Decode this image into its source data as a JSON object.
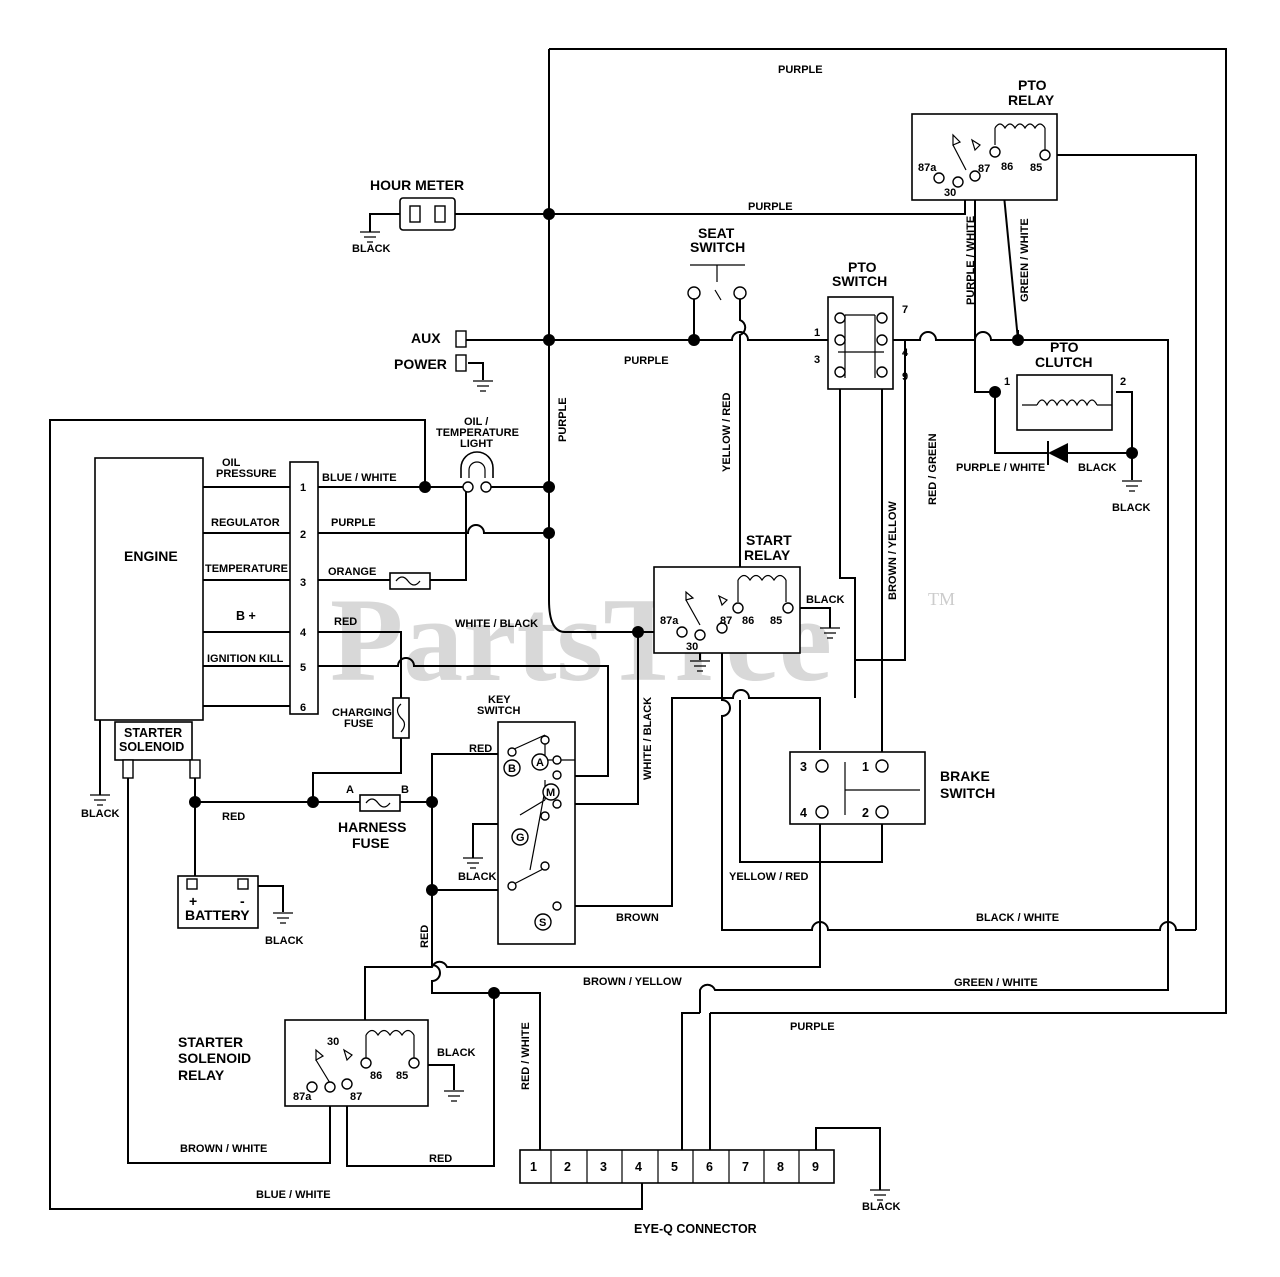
{
  "watermark": {
    "text": "PartsTree",
    "tm": "TM"
  },
  "components": {
    "hour_meter": "HOUR METER",
    "aux": "AUX",
    "power": "POWER",
    "seat_switch": [
      "SEAT",
      "SWITCH"
    ],
    "pto_switch": [
      "PTO",
      "SWITCH"
    ],
    "pto_relay": [
      "PTO",
      "RELAY"
    ],
    "pto_clutch": [
      "PTO",
      "CLUTCH"
    ],
    "oil_temp_light": [
      "OIL /",
      "TEMPERATURE",
      "LIGHT"
    ],
    "engine": "ENGINE",
    "starter_solenoid": [
      "STARTER",
      "SOLENOID"
    ],
    "start_relay": [
      "START",
      "RELAY"
    ],
    "key_switch": [
      "KEY",
      "SWITCH"
    ],
    "charging_fuse": [
      "CHARGING",
      "FUSE"
    ],
    "harness_fuse": [
      "HARNESS",
      "FUSE"
    ],
    "battery": "BATTERY",
    "brake_switch": [
      "BRAKE",
      "SWITCH"
    ],
    "starter_solenoid_relay": [
      "STARTER",
      "SOLENOID",
      "RELAY"
    ],
    "eyeq_connector": "EYE-Q CONNECTOR"
  },
  "engine_pins": [
    {
      "num": "1",
      "label": [
        "OIL",
        "PRESSURE"
      ]
    },
    {
      "num": "2",
      "label": [
        "REGULATOR"
      ]
    },
    {
      "num": "3",
      "label": [
        "TEMPERATURE"
      ]
    },
    {
      "num": "4",
      "label": [
        "B +"
      ]
    },
    {
      "num": "5",
      "label": [
        "IGNITION KILL"
      ]
    },
    {
      "num": "6",
      "label": [
        ""
      ]
    }
  ],
  "pins": {
    "pto_switch": [
      "1",
      "3",
      "7",
      "4",
      "9"
    ],
    "pto_relay": [
      "87a",
      "30",
      "87",
      "86",
      "85"
    ],
    "pto_clutch": [
      "1",
      "2"
    ],
    "start_relay": [
      "87a",
      "30",
      "87",
      "86",
      "85"
    ],
    "ssr": [
      "87a",
      "30",
      "87",
      "86",
      "85"
    ],
    "brake_switch": [
      "3",
      "1",
      "4",
      "2"
    ],
    "battery": [
      "+",
      "-"
    ],
    "harness_fuse": [
      "A",
      "B"
    ],
    "key_switch": [
      "B",
      "A",
      "M",
      "G",
      "S"
    ],
    "eyeq": [
      "1",
      "2",
      "3",
      "4",
      "5",
      "6",
      "7",
      "8",
      "9"
    ]
  },
  "wire_labels": {
    "purple_top": "PURPLE",
    "purple_hm": "PURPLE",
    "purple_aux": "PURPLE",
    "purple_vert": "PURPLE",
    "black_hm": "BLACK",
    "blue_white": "BLUE / WHITE",
    "purple_reg": "PURPLE",
    "orange": "ORANGE",
    "red_b": "RED",
    "white_black_h": "WHITE / BLACK",
    "white_black_v": "WHITE / BLACK",
    "yellow_red_v": "YELLOW / RED",
    "yellow_red_h": "YELLOW / RED",
    "red_green": "RED / GREEN",
    "brown_yellow_v": "BROWN / YELLOW",
    "brown_yellow_h": "BROWN / YELLOW",
    "purple_white_v": "PURPLE / WHITE",
    "green_white_v": "GREEN / WHITE",
    "purple_white_h": "PURPLE / WHITE",
    "black_clutch": "BLACK",
    "black_clutch_gnd": "BLACK",
    "black_sr": "BLACK",
    "red_key": "RED",
    "black_key": "BLACK",
    "brown": "BROWN",
    "red_batt": "RED",
    "black_solenoid": "BLACK",
    "black_batt": "BLACK",
    "red_vert": "RED",
    "black_white": "BLACK / WHITE",
    "green_white_h": "GREEN / WHITE",
    "purple_bottom": "PURPLE",
    "red_white": "RED / WHITE",
    "black_ssr": "BLACK",
    "brown_white": "BROWN / WHITE",
    "red_ssr": "RED",
    "blue_white_bottom": "BLUE / WHITE",
    "black_eyeq": "BLACK"
  }
}
